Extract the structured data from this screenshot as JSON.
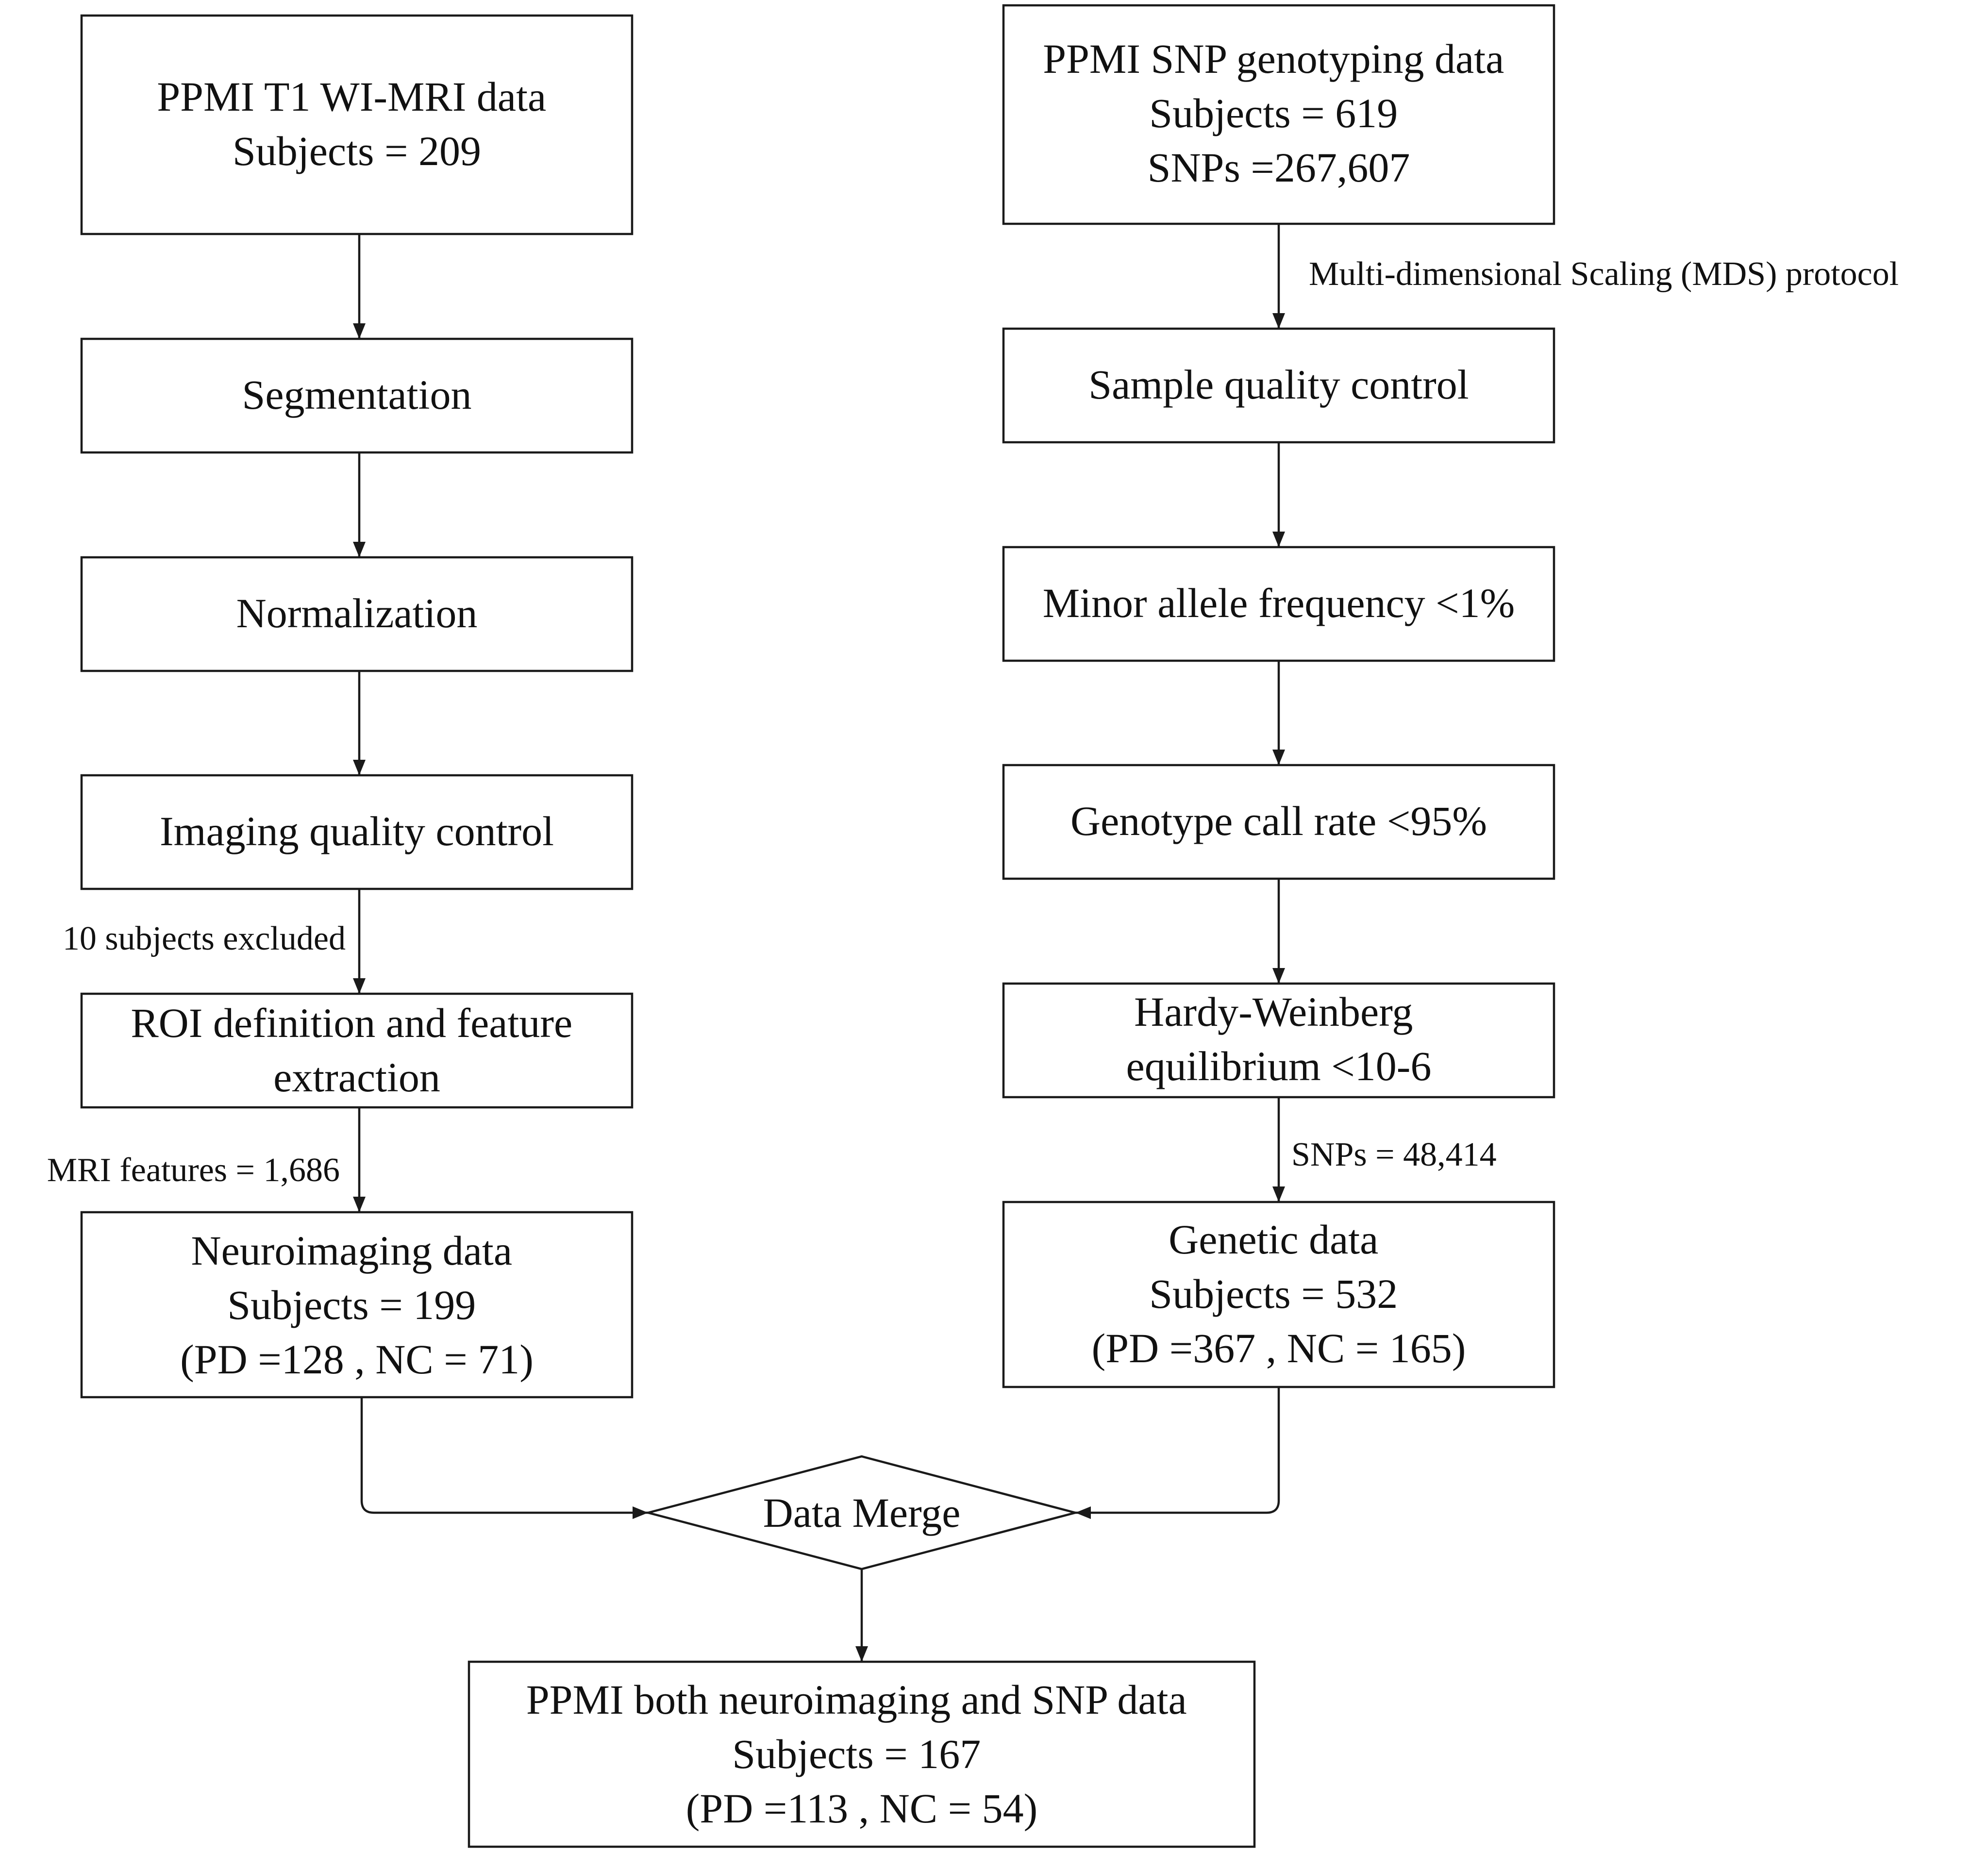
{
  "diagram": {
    "nodes": {
      "mri_data": [
        "PPMI  T1 WI-MRI data",
        "Subjects = 209"
      ],
      "segmentation": [
        "Segmentation"
      ],
      "normalization": [
        "Normalization"
      ],
      "imaging_qc": [
        "Imaging quality control"
      ],
      "roi": [
        "ROI definition and feature",
        "extraction"
      ],
      "neuroimaging": [
        "Neuroimaging data",
        "Subjects = 199",
        "(PD =128 , NC = 71)"
      ],
      "snp_data": [
        "PPMI  SNP genotyping data",
        "Subjects = 619",
        "SNPs =267,607"
      ],
      "sample_qc": [
        "Sample quality control"
      ],
      "maf": [
        "Minor allele frequency <1%"
      ],
      "call_rate": [
        "Genotype call rate <95%"
      ],
      "hwe": [
        "Hardy-Weinberg",
        "equilibrium <10-6"
      ],
      "genetic": [
        "Genetic data",
        "Subjects = 532",
        "(PD =367 , NC = 165)"
      ],
      "merge": [
        "Data Merge"
      ],
      "final": [
        "PPMI both neuroimaging and SNP data",
        "Subjects = 167",
        "(PD =113 , NC = 54)"
      ]
    },
    "edge_labels": {
      "excluded": "10 subjects excluded",
      "mri_features": "MRI features = 1,686",
      "mds": "Multi-dimensional Scaling (MDS) protocol",
      "snps_after": "SNPs = 48,414"
    }
  }
}
